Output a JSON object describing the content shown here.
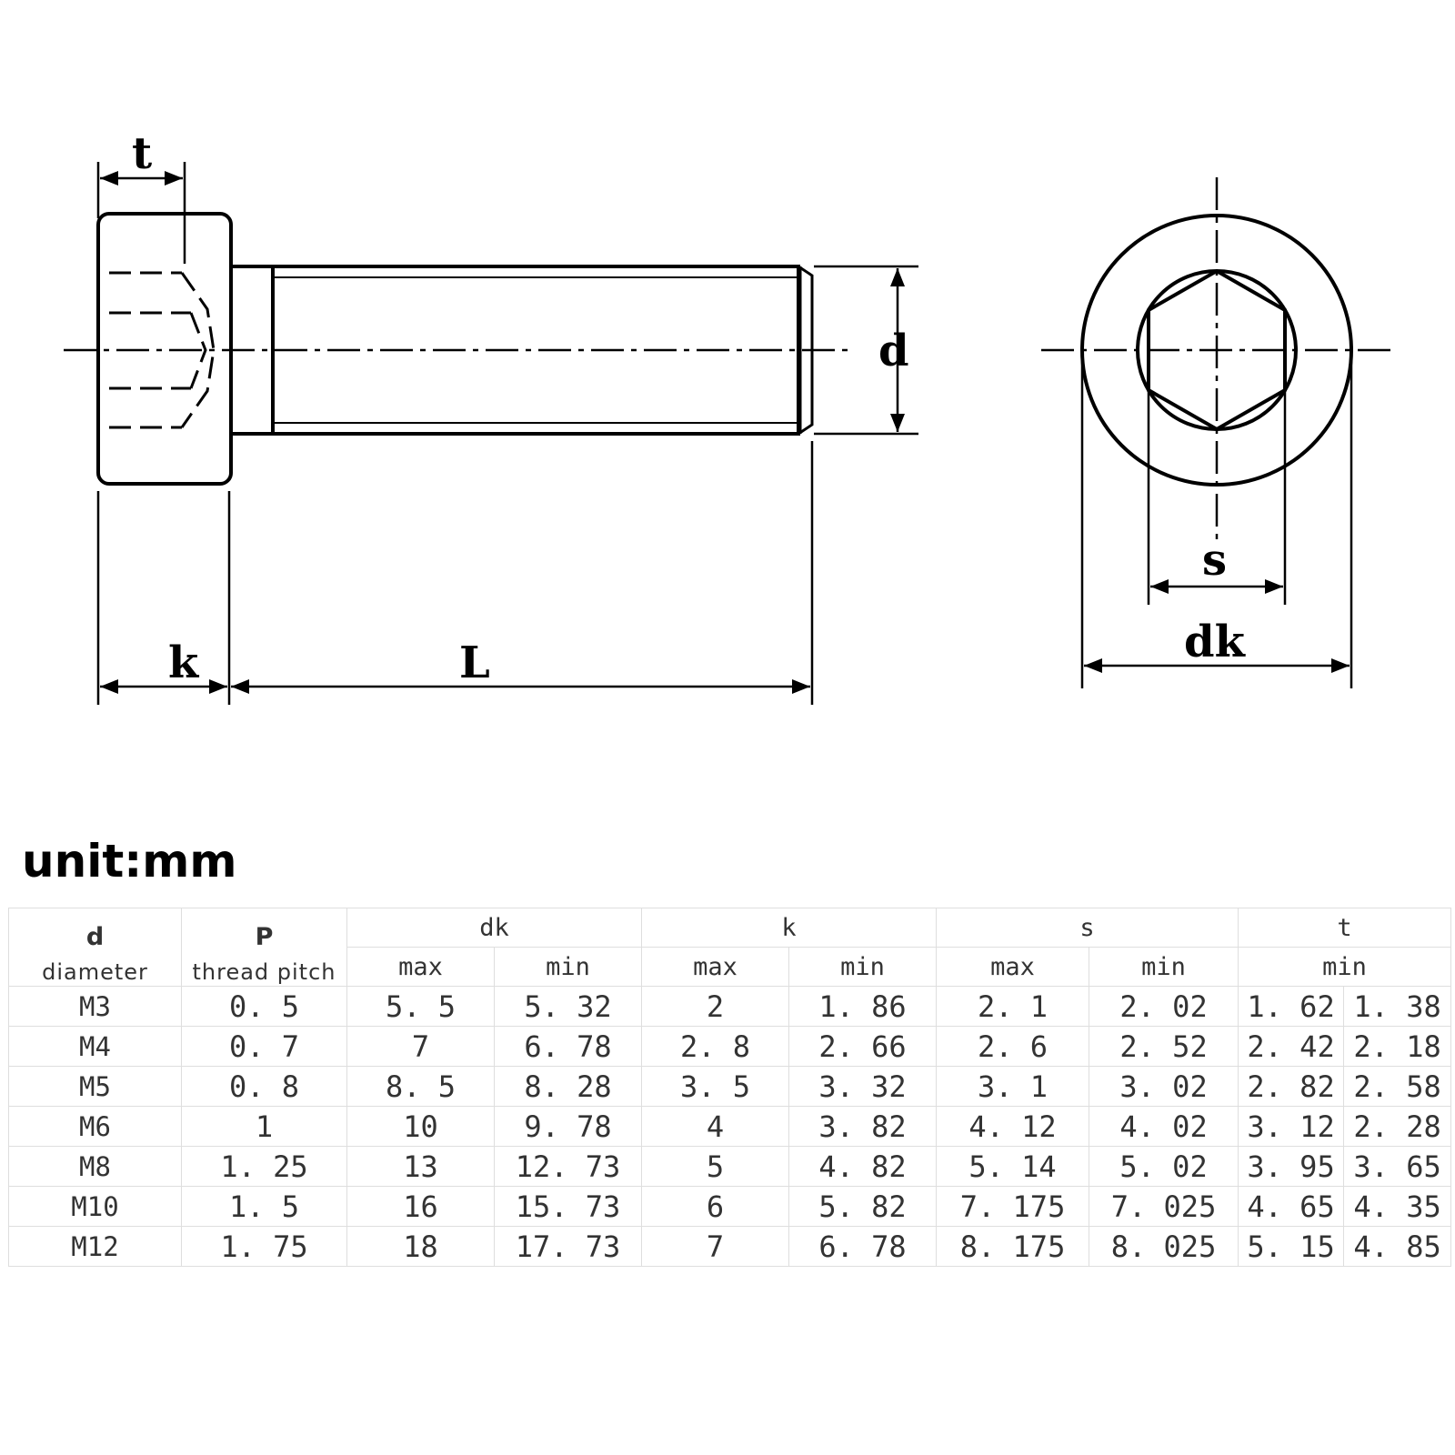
{
  "drawing": {
    "labels": {
      "t": "t",
      "k": "k",
      "L": "L",
      "d": "d",
      "s": "s",
      "dk": "dk"
    }
  },
  "unit_label": "unit:mm",
  "table": {
    "headers": {
      "d": {
        "symbol": "d",
        "desc": "diameter"
      },
      "P": {
        "symbol": "P",
        "desc": "thread pitch"
      },
      "dk": "dk",
      "k": "k",
      "s": "s",
      "t": "t",
      "max": "max",
      "min": "min"
    },
    "rows": [
      [
        "M3",
        "0. 5",
        "5. 5",
        "5. 32",
        "2",
        "1. 86",
        "2. 1",
        "2. 02",
        "1. 62",
        "1. 38"
      ],
      [
        "M4",
        "0. 7",
        "7",
        "6. 78",
        "2. 8",
        "2. 66",
        "2. 6",
        "2. 52",
        "2. 42",
        "2. 18"
      ],
      [
        "M5",
        "0. 8",
        "8. 5",
        "8. 28",
        "3. 5",
        "3. 32",
        "3. 1",
        "3. 02",
        "2. 82",
        "2. 58"
      ],
      [
        "M6",
        "1",
        "10",
        "9. 78",
        "4",
        "3. 82",
        "4. 12",
        "4. 02",
        "3. 12",
        "2. 28"
      ],
      [
        "M8",
        "1. 25",
        "13",
        "12. 73",
        "5",
        "4. 82",
        "5. 14",
        "5. 02",
        "3. 95",
        "3. 65"
      ],
      [
        "M10",
        "1. 5",
        "16",
        "15. 73",
        "6",
        "5. 82",
        "7. 175",
        "7. 025",
        "4. 65",
        "4. 35"
      ],
      [
        "M12",
        "1. 75",
        "18",
        "17. 73",
        "7",
        "6. 78",
        "8. 175",
        "8. 025",
        "5. 15",
        "4. 85"
      ]
    ]
  }
}
